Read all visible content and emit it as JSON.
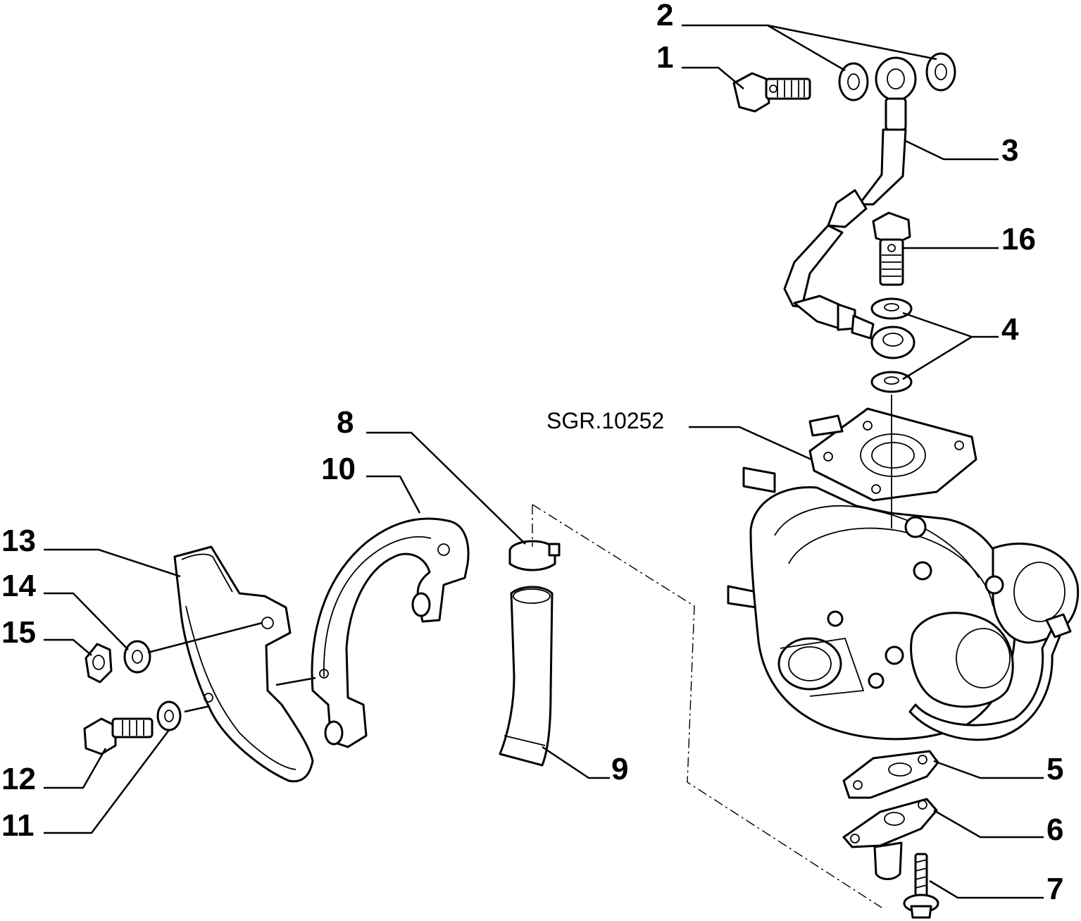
{
  "diagram": {
    "reference_code": "SGR.10252",
    "part_labels": [
      "1",
      "2",
      "3",
      "4",
      "5",
      "6",
      "7",
      "8",
      "9",
      "10",
      "11",
      "12",
      "13",
      "14",
      "15",
      "16"
    ]
  }
}
